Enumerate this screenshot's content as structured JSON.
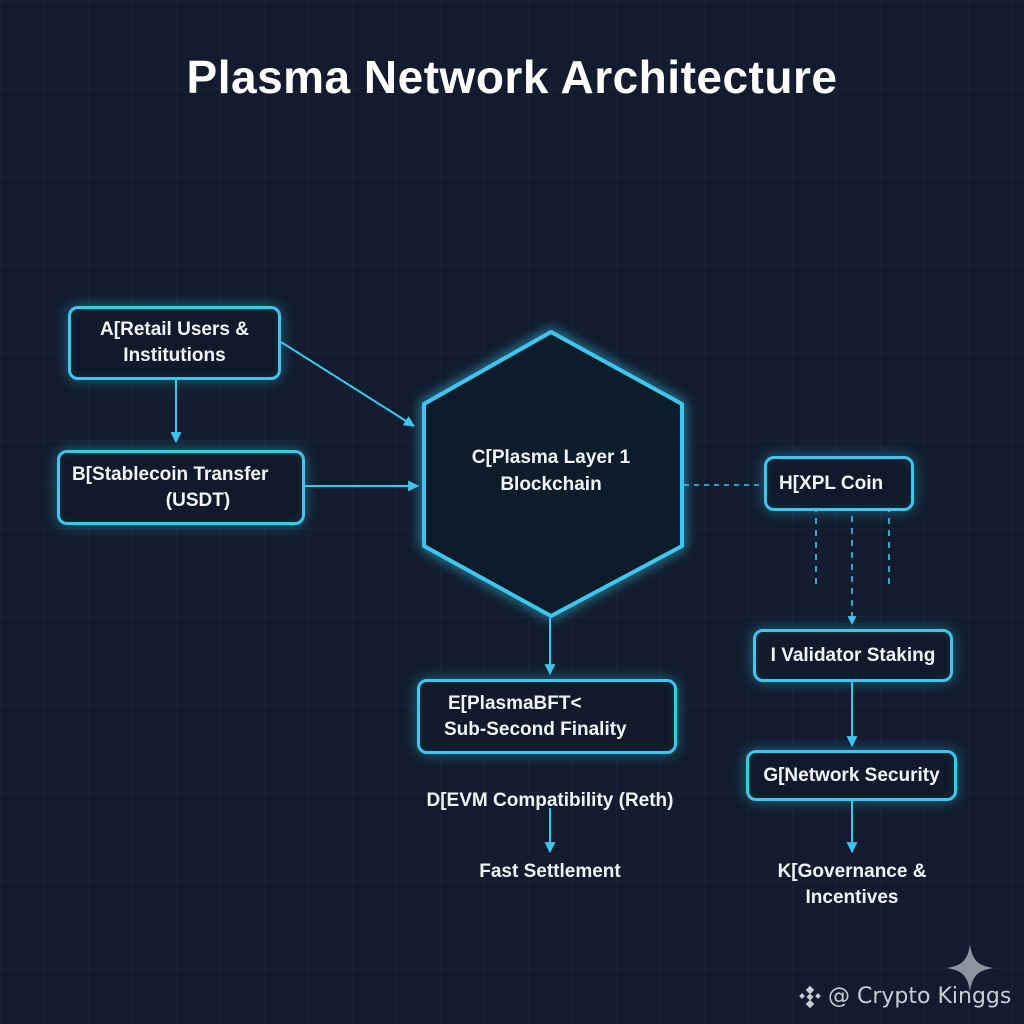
{
  "title": "Plasma Network Architecture",
  "colors": {
    "background": "#121c2e",
    "accent": "#3cc7ee",
    "text": "#f2f4f8",
    "watermark": "#c9ced6"
  },
  "nodes": {
    "a": {
      "line1": "A[Retail Users &",
      "line2": "Institutions"
    },
    "b": {
      "line1": "B[Stablecoin Transfer",
      "line2": "(USDT)"
    },
    "c": {
      "line1": "C[Plasma Layer 1",
      "line2": "Blockchain"
    },
    "h": {
      "line1": "H[XPL Coin"
    },
    "i": {
      "line1": "I Validator Staking"
    },
    "e": {
      "line1": "E[PlasmaBFT<",
      "line2": "Sub-Second Finality"
    },
    "d": {
      "line1": "D[EVM Compatibility (Reth)"
    },
    "fast": {
      "line1": "Fast Settlement"
    },
    "g": {
      "line1": "G[Network Security"
    },
    "k": {
      "line1": "K[Governance &",
      "line2": "Incentives"
    }
  },
  "edges": [
    {
      "from": "A",
      "to": "B",
      "style": "solid"
    },
    {
      "from": "A",
      "to": "C",
      "style": "solid"
    },
    {
      "from": "B",
      "to": "C",
      "style": "solid"
    },
    {
      "from": "C",
      "to": "H",
      "style": "dashed"
    },
    {
      "from": "H",
      "to": "I",
      "style": "dashed"
    },
    {
      "from": "C",
      "to": "E",
      "style": "solid"
    },
    {
      "from": "D",
      "to": "Fast Settlement",
      "style": "solid"
    },
    {
      "from": "I",
      "to": "G",
      "style": "solid"
    },
    {
      "from": "G",
      "to": "K",
      "style": "solid"
    }
  ],
  "watermark": {
    "text": "@ Crypto Kinggs",
    "logo_icon": "binance-diamond-icon",
    "sparkle_icon": "sparkle-star-icon"
  }
}
